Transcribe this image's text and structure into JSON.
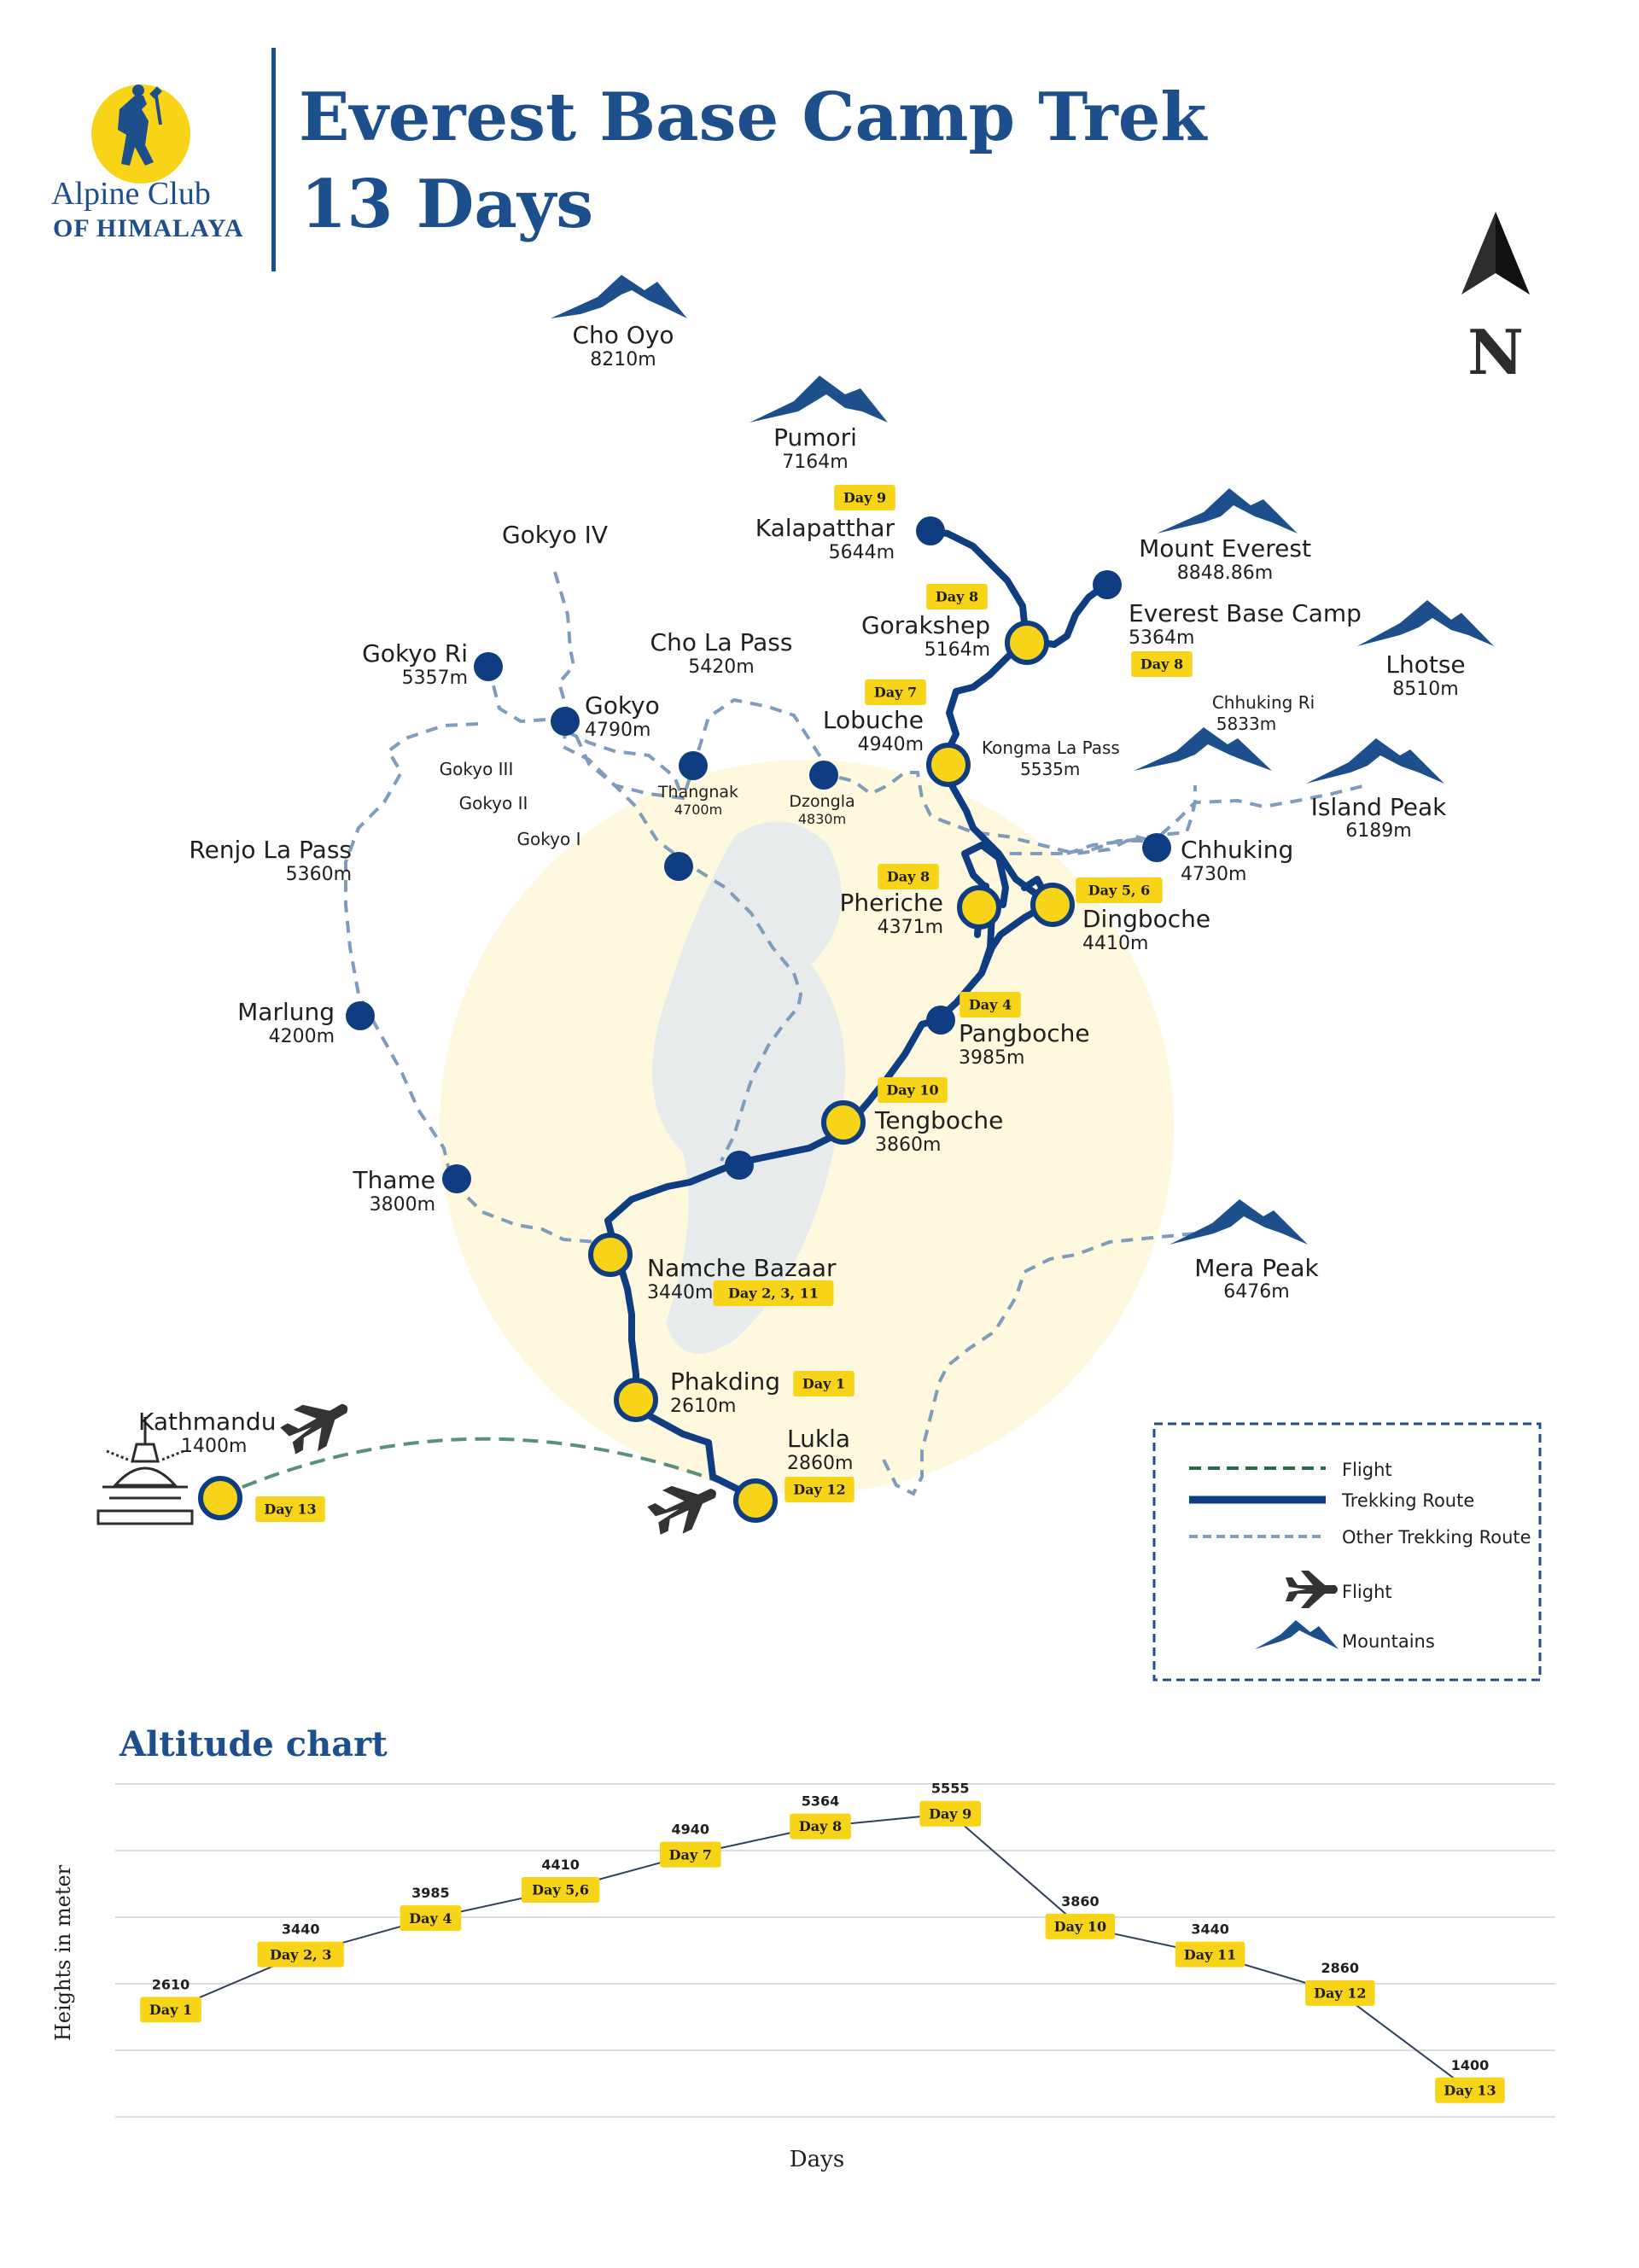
{
  "header": {
    "logo_line1": "Alpine Club",
    "logo_line2": "OF HIMALAYA",
    "title_line1": "Everest Base Camp Trek",
    "title_line2": "13 Days",
    "north_label": "N"
  },
  "colors": {
    "brand_blue": "#1c4f8c",
    "route_blue": "#0e3d82",
    "accent_yellow": "#f7d417",
    "flight_green": "#5a8f7e",
    "other_route": "#7f9cbc"
  },
  "mountains": [
    {
      "name": "Cho Oyo",
      "height": "8210m"
    },
    {
      "name": "Pumori",
      "height": "7164m"
    },
    {
      "name": "Mount Everest",
      "height": "8848.86m"
    },
    {
      "name": "Lhotse",
      "height": "8510m"
    },
    {
      "name": "Chhuking Ri",
      "height": "5833m"
    },
    {
      "name": "Island Peak",
      "height": "6189m"
    },
    {
      "name": "Mera Peak",
      "height": "6476m"
    }
  ],
  "places": {
    "kalapatthar": {
      "name": "Kalapatthar",
      "alt": "5644m",
      "day": "Day 9"
    },
    "gorakshep": {
      "name": "Gorakshep",
      "alt": "5164m",
      "day": "Day 8"
    },
    "ebc": {
      "name": "Everest Base Camp",
      "alt": "5364m",
      "day": "Day 8"
    },
    "lobuche": {
      "name": "Lobuche",
      "alt": "4940m",
      "day": "Day 7"
    },
    "kongma": {
      "name": "Kongma La Pass",
      "alt": "5535m"
    },
    "pheriche": {
      "name": "Pheriche",
      "alt": "4371m",
      "day": "Day 8"
    },
    "dingboche": {
      "name": "Dingboche",
      "alt": "4410m",
      "day": "Day 5, 6"
    },
    "chhuking": {
      "name": "Chhuking",
      "alt": "4730m"
    },
    "pangboche": {
      "name": "Pangboche",
      "alt": "3985m",
      "day": "Day 4"
    },
    "tengboche": {
      "name": "Tengboche",
      "alt": "3860m",
      "day": "Day 10"
    },
    "namche": {
      "name": "Namche Bazaar",
      "alt": "3440m",
      "day": "Day 2, 3, 11"
    },
    "phakding": {
      "name": "Phakding",
      "alt": "2610m",
      "day": "Day 1"
    },
    "lukla": {
      "name": "Lukla",
      "alt": "2860m",
      "day": "Day 12"
    },
    "kathmandu": {
      "name": "Kathmandu",
      "alt": "1400m",
      "day": "Day 13"
    },
    "thame": {
      "name": "Thame",
      "alt": "3800m"
    },
    "marlung": {
      "name": "Marlung",
      "alt": "4200m"
    },
    "renjo": {
      "name": "Renjo La Pass",
      "alt": "5360m"
    },
    "gokyo_ri": {
      "name": "Gokyo Ri",
      "alt": "5357m"
    },
    "gokyo": {
      "name": "Gokyo",
      "alt": "4790m"
    },
    "gokyo_iv": {
      "name": "Gokyo IV"
    },
    "gokyo_iii": {
      "name": "Gokyo III"
    },
    "gokyo_ii": {
      "name": "Gokyo II"
    },
    "gokyo_i": {
      "name": "Gokyo I"
    },
    "cho_la": {
      "name": "Cho La Pass",
      "alt": "5420m"
    },
    "thangnak": {
      "name": "Thangnak",
      "alt": "4700m"
    },
    "dzongla": {
      "name": "Dzongla",
      "alt": "4830m"
    }
  },
  "legend": {
    "flight_line": "Flight",
    "trekking_route": "Trekking Route",
    "other_route": "Other Trekking Route",
    "flight_icon": "Flight",
    "mountains": "Mountains"
  },
  "chart_data": {
    "type": "line",
    "title": "Altitude chart",
    "xlabel": "Days",
    "ylabel": "Heights in meter",
    "categories": [
      "Day 1",
      "Day 2, 3",
      "Day 4",
      "Day 5,6",
      "Day 7",
      "Day 8",
      "Day 9",
      "Day 10",
      "Day 11",
      "Day 12",
      "Day 13"
    ],
    "values": [
      2610,
      3440,
      3985,
      4410,
      4940,
      5364,
      5555,
      3860,
      3440,
      2860,
      1400
    ],
    "ylim": [
      1000,
      6000
    ],
    "grid": true,
    "legend": "none"
  }
}
